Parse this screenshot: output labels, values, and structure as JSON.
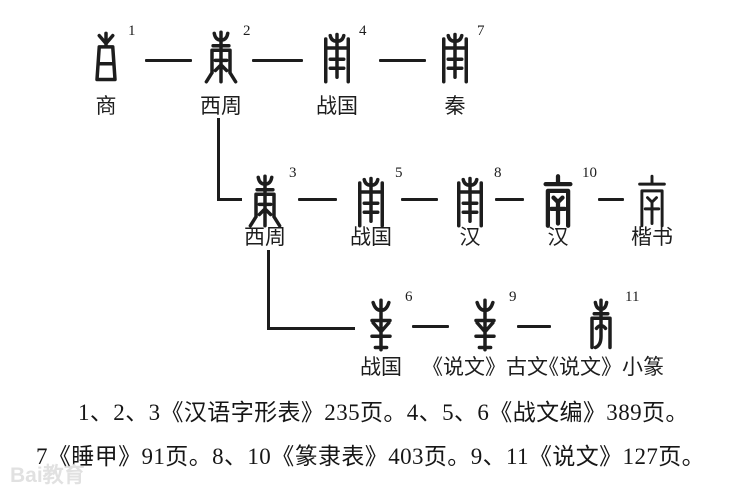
{
  "character": "南",
  "colors": {
    "ink": "#1d1d1d",
    "background": "#ffffff",
    "watermark": "#c9c9c9"
  },
  "rows": [
    {
      "name": "row-1",
      "nodes": [
        {
          "index": "1",
          "period": "商",
          "form": "oracle"
        },
        {
          "index": "2",
          "period": "西周",
          "form": "bronze"
        },
        {
          "index": "4",
          "period": "战国",
          "form": "boxy"
        },
        {
          "index": "7",
          "period": "秦",
          "form": "boxy"
        }
      ]
    },
    {
      "name": "row-2",
      "nodes": [
        {
          "index": "3",
          "period": "西周",
          "form": "bronze"
        },
        {
          "index": "5",
          "period": "战国",
          "form": "boxy"
        },
        {
          "index": "8",
          "period": "汉",
          "form": "boxy"
        },
        {
          "index": "10",
          "period": "汉",
          "form": "clerical"
        },
        {
          "index": "",
          "period": "楷书",
          "form": "kai"
        }
      ]
    },
    {
      "name": "row-3",
      "nodes": [
        {
          "index": "6",
          "period": "战国",
          "form": "guwen"
        },
        {
          "index": "9",
          "period": "《说文》古文",
          "form": "guwen"
        },
        {
          "index": "11",
          "period": "《说文》小篆",
          "form": "seal"
        }
      ]
    }
  ],
  "references": [
    "1、2、3《汉语字形表》235页。4、5、6《战文编》389页。",
    "7《睡甲》91页。8、10《篆隶表》403页。9、11《说文》127页。"
  ],
  "watermark": {
    "text": "Bai教育"
  }
}
